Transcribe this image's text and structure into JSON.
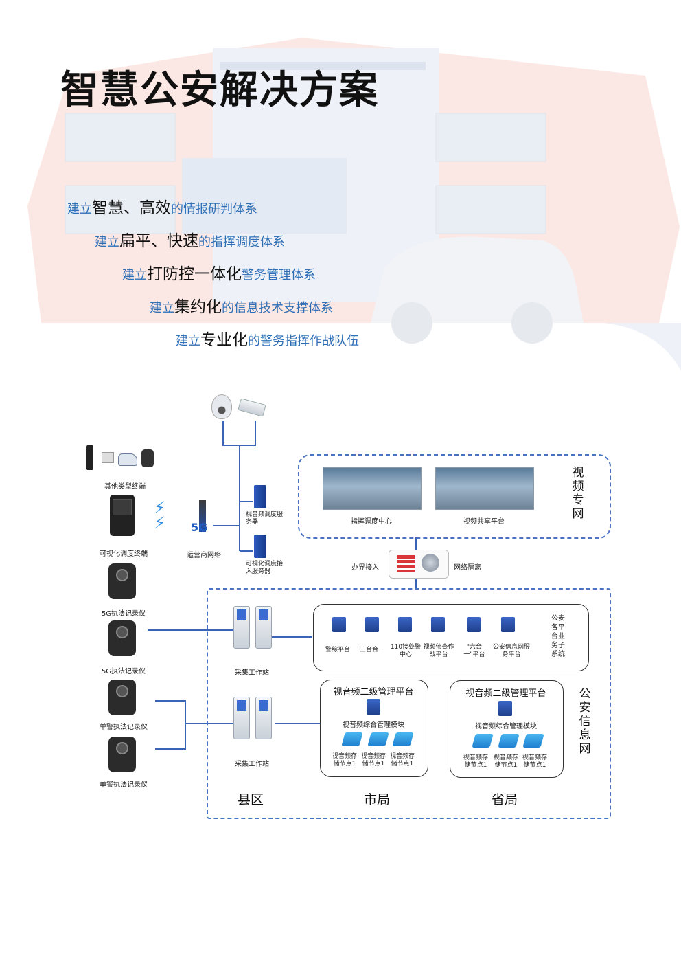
{
  "header": {
    "title": "智慧公安解决方案"
  },
  "slogans": [
    {
      "pre": "建立",
      "em": "智慧、高效",
      "post": "的情报研判体系"
    },
    {
      "pre": "建立",
      "em": "扁平、快速",
      "post": "的指挥调度体系"
    },
    {
      "pre": "建立",
      "em": "打防控一体化",
      "post": "警务管理体系"
    },
    {
      "pre": "建立",
      "em": "集约化",
      "post": "的信息技术支撑体系"
    },
    {
      "pre": "建立",
      "em": "专业化",
      "post": "的警务指挥作战队伍"
    }
  ],
  "diagram": {
    "terminals": {
      "other": "其他类型终端",
      "visual_dispatch": "可视化调度终端",
      "recorder_5g_1": "5G执法记录仪",
      "recorder_5g_2": "5G执法记录仪",
      "single_1": "单警执法记录仪",
      "single_2": "单警执法记录仪"
    },
    "carrier": "运营商网络",
    "servers": {
      "av_dispatch": "视音频调度服务器",
      "visual_access": "可视化调度接入服务器"
    },
    "video_net": {
      "label": "视频专网",
      "command_center": "指挥调度中心",
      "sharing_platform": "视频共享平台"
    },
    "gateway": {
      "left": "办界接入",
      "right": "网络隔离"
    },
    "platforms": {
      "items": [
        "警综平台",
        "三台合一",
        "110接处警中心",
        "视频侦查作战平台",
        "\"六合一\"平台",
        "公安信息网服务平台"
      ],
      "side_label": "公安各平台业务子系统"
    },
    "workstation": "采集工作站",
    "mgmt": {
      "title": "视音频二级管理平台",
      "module": "视音频综合管理模块",
      "storage": "视音频存储节点1"
    },
    "levels": [
      "县区",
      "市局",
      "省局"
    ],
    "police_net": "公安信息网"
  }
}
